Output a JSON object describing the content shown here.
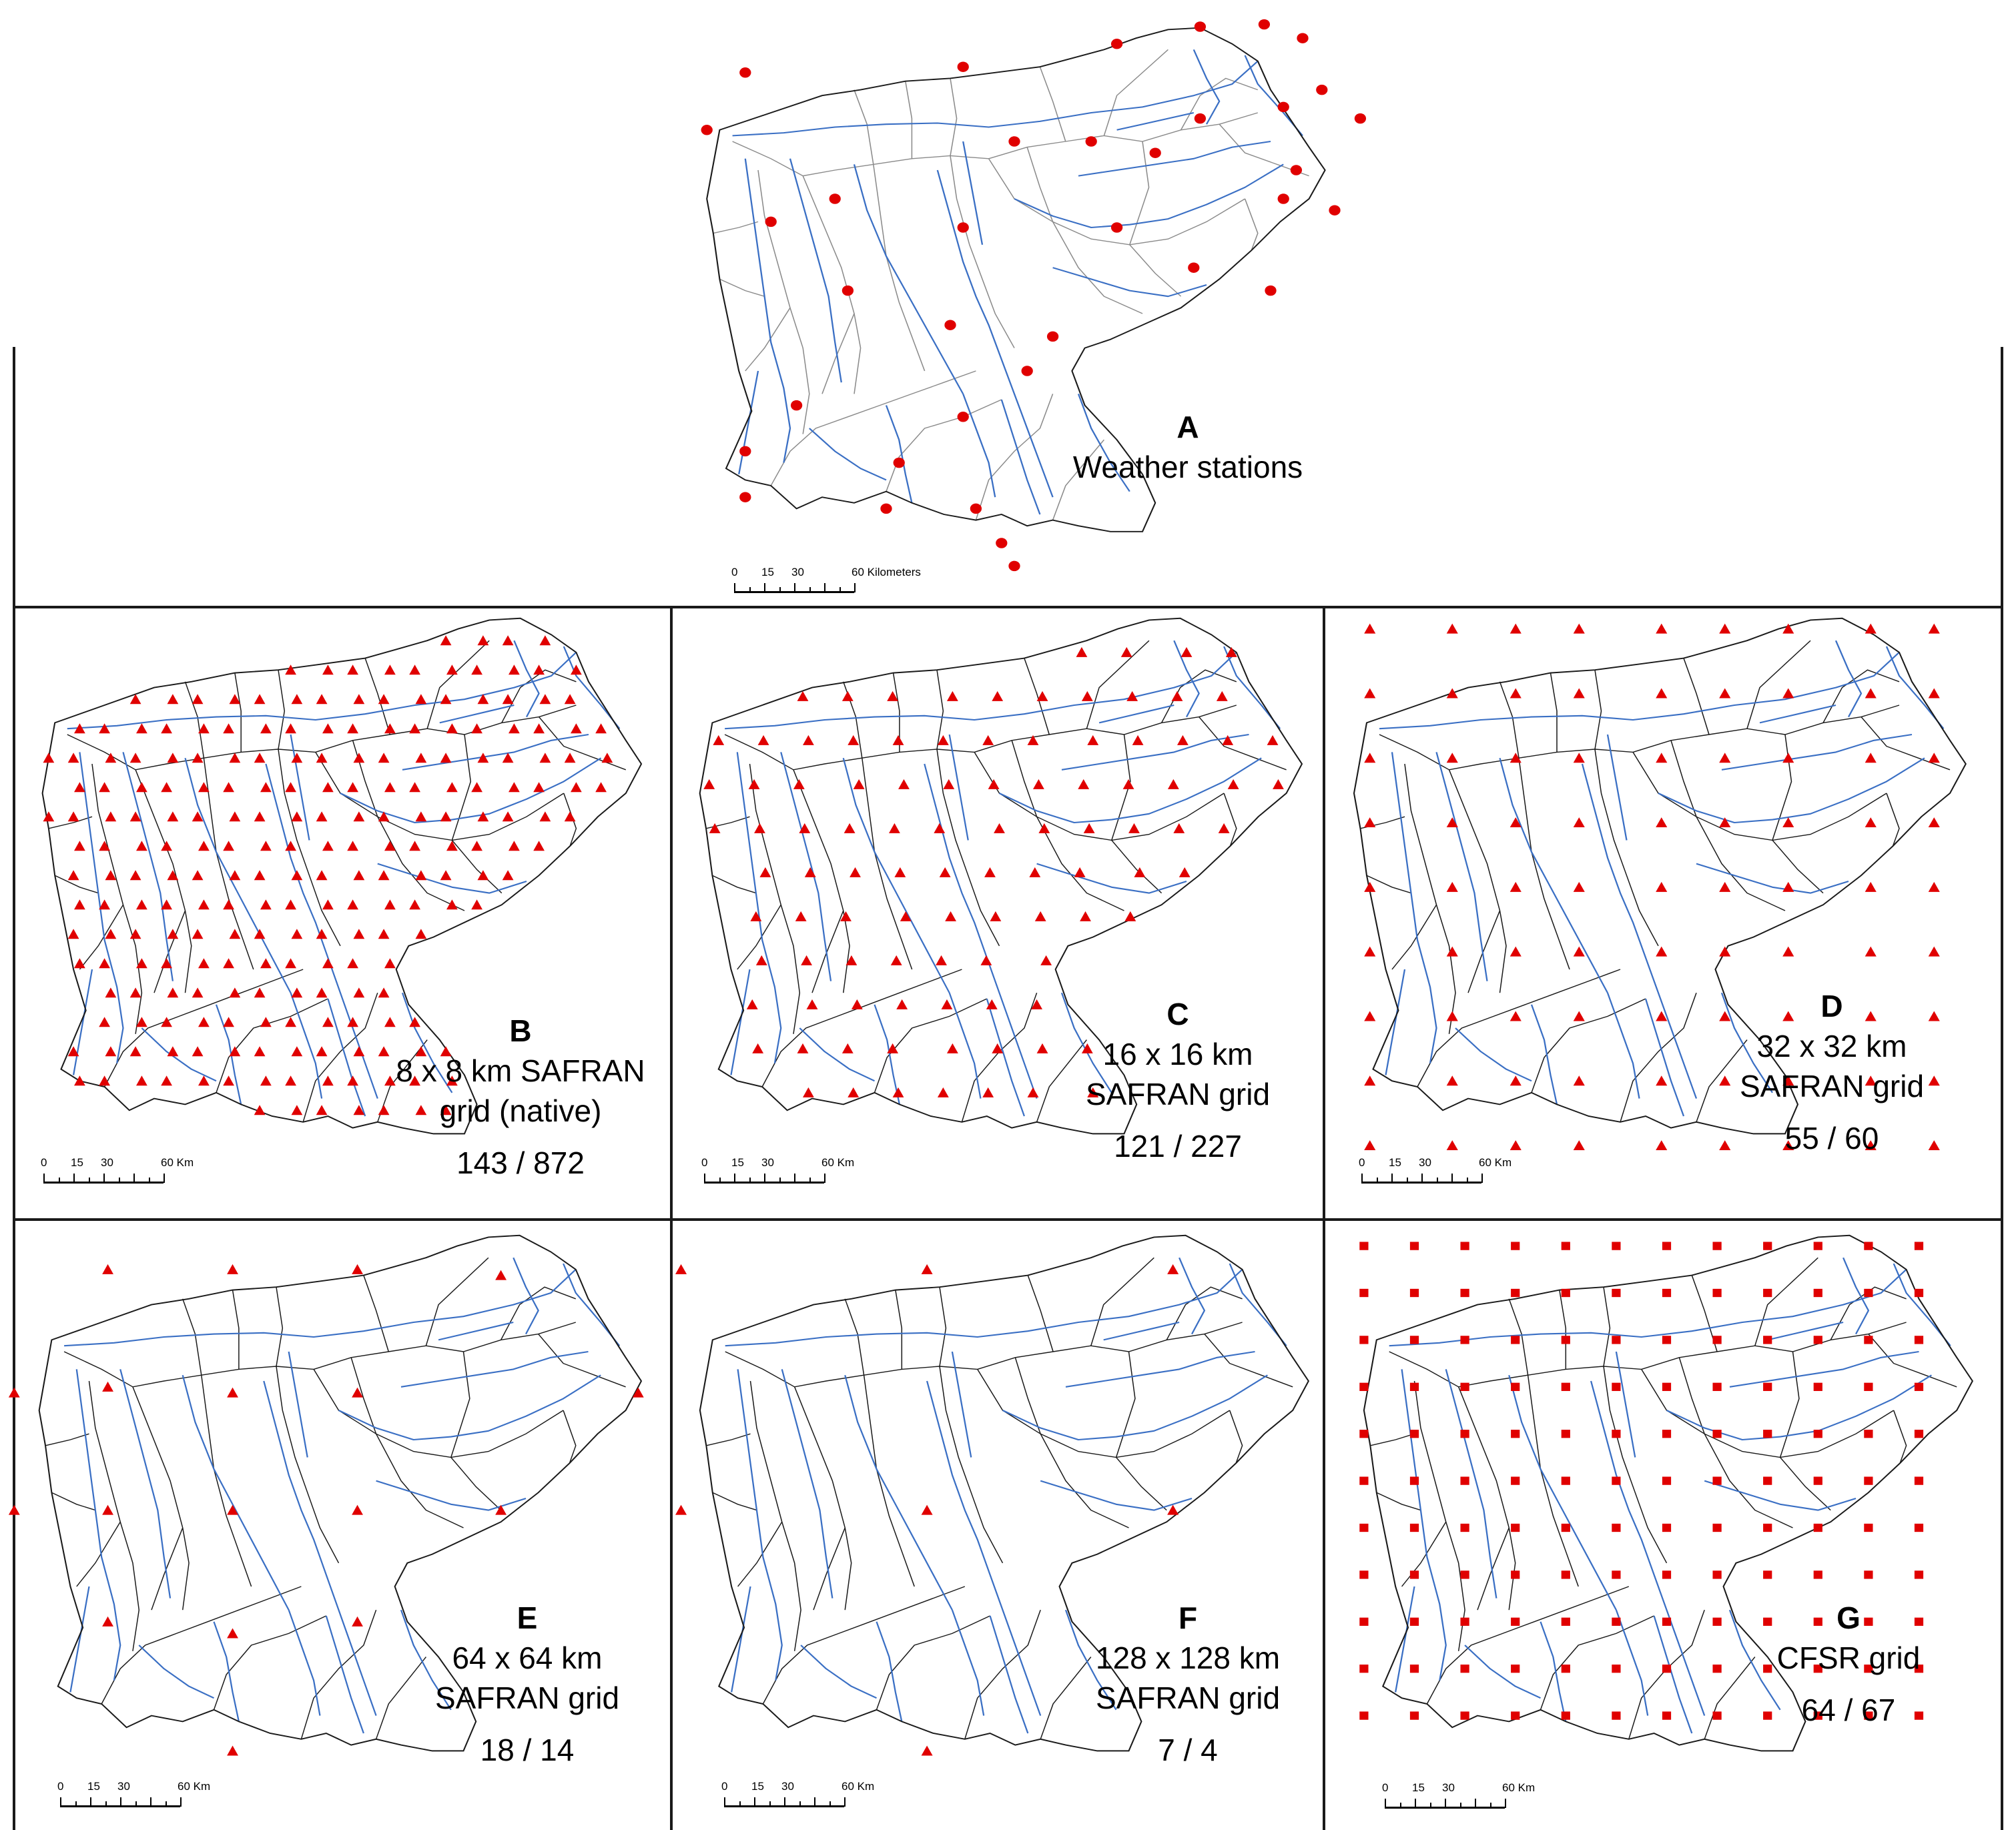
{
  "figure": {
    "panels": [
      {
        "id": "A",
        "letter": "A",
        "lines": [
          "Weather stations"
        ],
        "counts": "",
        "marker": "circle",
        "scale": {
          "labels": [
            "0",
            "15",
            "30",
            "60 Kilometers"
          ]
        }
      },
      {
        "id": "B",
        "letter": "B",
        "lines": [
          "8 x 8 km SAFRAN",
          "grid (native)"
        ],
        "counts": "143 / 872",
        "marker": "triangle",
        "scale": {
          "labels": [
            "0",
            "15",
            "30",
            "60 Km"
          ]
        }
      },
      {
        "id": "C",
        "letter": "C",
        "lines": [
          "16 x 16 km",
          "SAFRAN grid"
        ],
        "counts": "121 / 227",
        "marker": "triangle",
        "scale": {
          "labels": [
            "0",
            "15",
            "30",
            "60 Km"
          ]
        }
      },
      {
        "id": "D",
        "letter": "D",
        "lines": [
          "32 x 32 km",
          "SAFRAN grid"
        ],
        "counts": "55 / 60",
        "marker": "triangle",
        "scale": {
          "labels": [
            "0",
            "15",
            "30",
            "60 Km"
          ]
        }
      },
      {
        "id": "E",
        "letter": "E",
        "lines": [
          "64 x 64 km",
          "SAFRAN grid"
        ],
        "counts": "18 / 14",
        "marker": "triangle",
        "scale": {
          "labels": [
            "0",
            "15",
            "30",
            "60 Km"
          ]
        }
      },
      {
        "id": "F",
        "letter": "F",
        "lines": [
          "128 x 128 km",
          "SAFRAN grid"
        ],
        "counts": "7 / 4",
        "marker": "triangle",
        "scale": {
          "labels": [
            "0",
            "15",
            "30",
            "60 Km"
          ]
        }
      },
      {
        "id": "G",
        "letter": "G",
        "lines": [
          "CFSR grid"
        ],
        "counts": "64 / 67",
        "marker": "square",
        "scale": {
          "labels": [
            "0",
            "15",
            "30",
            "60 Km"
          ]
        }
      }
    ],
    "colors": {
      "river": "#3a6fc4",
      "boundary": "#1a1a1a",
      "subbasin_A": "#8a8a8a",
      "marker": "#e00000",
      "rule": "#1a1a1a"
    }
  }
}
